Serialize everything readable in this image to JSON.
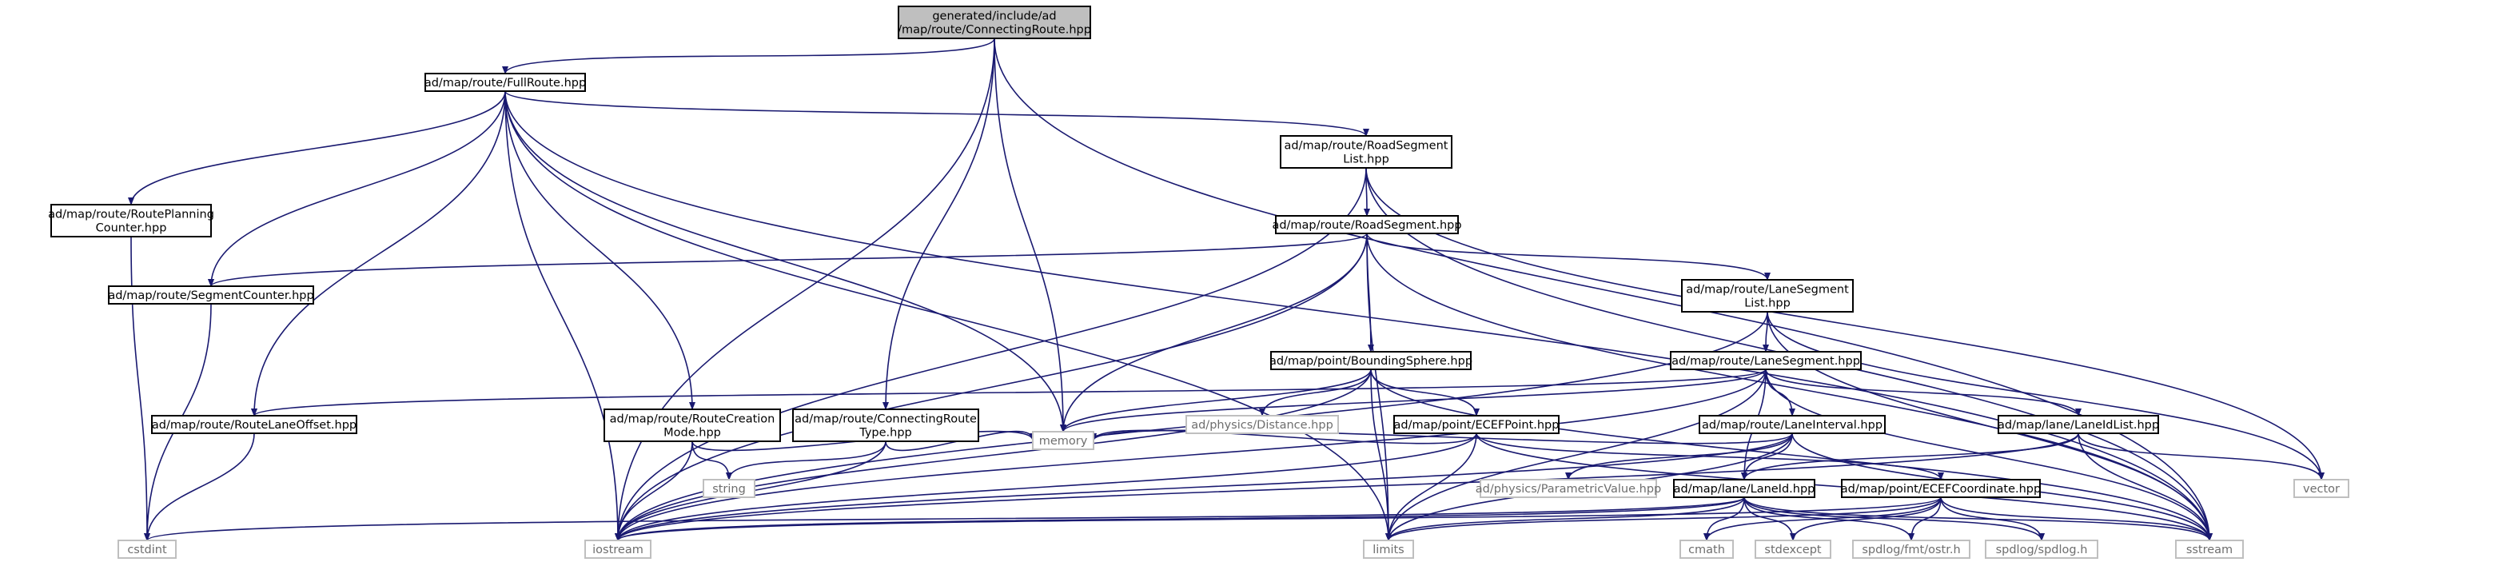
{
  "graph": {
    "root": "generated/include/ad/map/route/ConnectingRoute.hpp",
    "nodes": [
      {
        "id": "root",
        "lines": [
          "generated/include/ad",
          "/map/route/ConnectingRoute.hpp"
        ],
        "kind": "root"
      },
      {
        "id": "fullroute",
        "lines": [
          "ad/map/route/FullRoute.hpp"
        ],
        "kind": "local"
      },
      {
        "id": "roadseglist",
        "lines": [
          "ad/map/route/RoadSegment",
          "List.hpp"
        ],
        "kind": "local"
      },
      {
        "id": "planningcounter",
        "lines": [
          "ad/map/route/RoutePlanning",
          "Counter.hpp"
        ],
        "kind": "local"
      },
      {
        "id": "roadsegment",
        "lines": [
          "ad/map/route/RoadSegment.hpp"
        ],
        "kind": "local"
      },
      {
        "id": "segmentcounter",
        "lines": [
          "ad/map/route/SegmentCounter.hpp"
        ],
        "kind": "local"
      },
      {
        "id": "laneseglist",
        "lines": [
          "ad/map/route/LaneSegment",
          "List.hpp"
        ],
        "kind": "local"
      },
      {
        "id": "boundingsphere",
        "lines": [
          "ad/map/point/BoundingSphere.hpp"
        ],
        "kind": "local"
      },
      {
        "id": "lanesegment",
        "lines": [
          "ad/map/route/LaneSegment.hpp"
        ],
        "kind": "local"
      },
      {
        "id": "routelaneoffset",
        "lines": [
          "ad/map/route/RouteLaneOffset.hpp"
        ],
        "kind": "local"
      },
      {
        "id": "routecreation",
        "lines": [
          "ad/map/route/RouteCreation",
          "Mode.hpp"
        ],
        "kind": "local"
      },
      {
        "id": "connroutetype",
        "lines": [
          "ad/map/route/ConnectingRoute",
          "Type.hpp"
        ],
        "kind": "local"
      },
      {
        "id": "distance",
        "lines": [
          "ad/physics/Distance.hpp"
        ],
        "kind": "external"
      },
      {
        "id": "ecefpoint",
        "lines": [
          "ad/map/point/ECEFPoint.hpp"
        ],
        "kind": "local"
      },
      {
        "id": "laneinterval",
        "lines": [
          "ad/map/route/LaneInterval.hpp"
        ],
        "kind": "local"
      },
      {
        "id": "laneidlist",
        "lines": [
          "ad/map/lane/LaneIdList.hpp"
        ],
        "kind": "local"
      },
      {
        "id": "string",
        "lines": [
          "string"
        ],
        "kind": "external"
      },
      {
        "id": "memory",
        "lines": [
          "memory"
        ],
        "kind": "external"
      },
      {
        "id": "parametric",
        "lines": [
          "ad/physics/ParametricValue.hpp"
        ],
        "kind": "external"
      },
      {
        "id": "laneid",
        "lines": [
          "ad/map/lane/LaneId.hpp"
        ],
        "kind": "local"
      },
      {
        "id": "ecefcoord",
        "lines": [
          "ad/map/point/ECEFCoordinate.hpp"
        ],
        "kind": "local"
      },
      {
        "id": "vector",
        "lines": [
          "vector"
        ],
        "kind": "external"
      },
      {
        "id": "cstdint",
        "lines": [
          "cstdint"
        ],
        "kind": "external"
      },
      {
        "id": "iostream",
        "lines": [
          "iostream"
        ],
        "kind": "external"
      },
      {
        "id": "limits",
        "lines": [
          "limits"
        ],
        "kind": "external"
      },
      {
        "id": "cmath",
        "lines": [
          "cmath"
        ],
        "kind": "external"
      },
      {
        "id": "stdexcept",
        "lines": [
          "stdexcept"
        ],
        "kind": "external"
      },
      {
        "id": "fmtostr",
        "lines": [
          "spdlog/fmt/ostr.h"
        ],
        "kind": "external"
      },
      {
        "id": "spdlog",
        "lines": [
          "spdlog/spdlog.h"
        ],
        "kind": "external"
      },
      {
        "id": "sstream",
        "lines": [
          "sstream"
        ],
        "kind": "external"
      }
    ],
    "edges": [
      [
        "root",
        "fullroute"
      ],
      [
        "root",
        "iostream"
      ],
      [
        "root",
        "connroutetype"
      ],
      [
        "root",
        "memory"
      ],
      [
        "root",
        "sstream"
      ],
      [
        "fullroute",
        "planningcounter"
      ],
      [
        "fullroute",
        "segmentcounter"
      ],
      [
        "fullroute",
        "routelaneoffset"
      ],
      [
        "fullroute",
        "routecreation"
      ],
      [
        "fullroute",
        "iostream"
      ],
      [
        "fullroute",
        "memory"
      ],
      [
        "fullroute",
        "limits"
      ],
      [
        "fullroute",
        "roadseglist"
      ],
      [
        "fullroute",
        "sstream"
      ],
      [
        "roadseglist",
        "roadsegment"
      ],
      [
        "roadseglist",
        "iostream"
      ],
      [
        "roadseglist",
        "vector"
      ],
      [
        "roadseglist",
        "sstream"
      ],
      [
        "planningcounter",
        "cstdint"
      ],
      [
        "roadsegment",
        "segmentcounter"
      ],
      [
        "roadsegment",
        "iostream"
      ],
      [
        "roadsegment",
        "memory"
      ],
      [
        "roadsegment",
        "boundingsphere"
      ],
      [
        "roadsegment",
        "limits"
      ],
      [
        "roadsegment",
        "laneseglist"
      ],
      [
        "roadsegment",
        "sstream"
      ],
      [
        "segmentcounter",
        "cstdint"
      ],
      [
        "laneseglist",
        "lanesegment"
      ],
      [
        "laneseglist",
        "iostream"
      ],
      [
        "laneseglist",
        "vector"
      ],
      [
        "laneseglist",
        "sstream"
      ],
      [
        "boundingsphere",
        "distance"
      ],
      [
        "boundingsphere",
        "ecefpoint"
      ],
      [
        "boundingsphere",
        "iostream"
      ],
      [
        "boundingsphere",
        "memory"
      ],
      [
        "boundingsphere",
        "limits"
      ],
      [
        "boundingsphere",
        "sstream"
      ],
      [
        "lanesegment",
        "routelaneoffset"
      ],
      [
        "lanesegment",
        "iostream"
      ],
      [
        "lanesegment",
        "memory"
      ],
      [
        "lanesegment",
        "laneinterval"
      ],
      [
        "lanesegment",
        "laneidlist"
      ],
      [
        "lanesegment",
        "laneid"
      ],
      [
        "lanesegment",
        "limits"
      ],
      [
        "lanesegment",
        "sstream"
      ],
      [
        "routelaneoffset",
        "cstdint"
      ],
      [
        "routecreation",
        "iostream"
      ],
      [
        "routecreation",
        "string"
      ],
      [
        "routecreation",
        "memory"
      ],
      [
        "connroutetype",
        "iostream"
      ],
      [
        "connroutetype",
        "string"
      ],
      [
        "connroutetype",
        "memory"
      ],
      [
        "ecefpoint",
        "ecefcoord"
      ],
      [
        "ecefpoint",
        "iostream"
      ],
      [
        "ecefpoint",
        "memory"
      ],
      [
        "ecefpoint",
        "limits"
      ],
      [
        "ecefpoint",
        "sstream"
      ],
      [
        "laneinterval",
        "parametric"
      ],
      [
        "laneinterval",
        "laneid"
      ],
      [
        "laneinterval",
        "iostream"
      ],
      [
        "laneinterval",
        "memory"
      ],
      [
        "laneinterval",
        "limits"
      ],
      [
        "laneinterval",
        "sstream"
      ],
      [
        "laneidlist",
        "laneid"
      ],
      [
        "laneidlist",
        "vector"
      ],
      [
        "laneidlist",
        "sstream"
      ],
      [
        "laneidlist",
        "iostream"
      ],
      [
        "laneid",
        "cstdint"
      ],
      [
        "laneid",
        "iostream"
      ],
      [
        "laneid",
        "limits"
      ],
      [
        "laneid",
        "cmath"
      ],
      [
        "laneid",
        "stdexcept"
      ],
      [
        "laneid",
        "fmtostr"
      ],
      [
        "laneid",
        "spdlog"
      ],
      [
        "laneid",
        "sstream"
      ],
      [
        "ecefcoord",
        "iostream"
      ],
      [
        "ecefcoord",
        "limits"
      ],
      [
        "ecefcoord",
        "cmath"
      ],
      [
        "ecefcoord",
        "stdexcept"
      ],
      [
        "ecefcoord",
        "fmtostr"
      ],
      [
        "ecefcoord",
        "spdlog"
      ],
      [
        "ecefcoord",
        "sstream"
      ]
    ]
  }
}
